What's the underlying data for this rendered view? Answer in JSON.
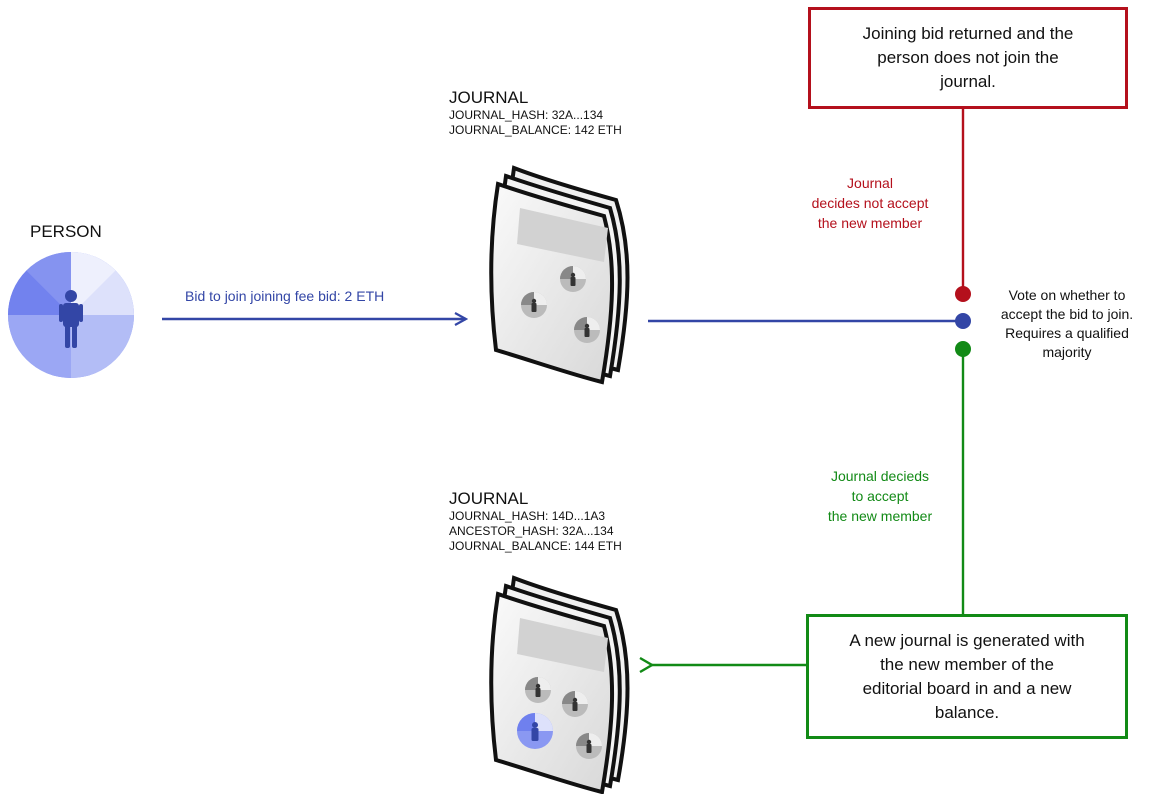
{
  "person": {
    "label": "PERSON"
  },
  "bid_arrow": {
    "label": "Bid to join joining fee bid: 2 ETH"
  },
  "journal_old": {
    "title": "JOURNAL",
    "hash": "JOURNAL_HASH: 32A...134",
    "balance": "JOURNAL_BALANCE: 142 ETH"
  },
  "journal_new": {
    "title": "JOURNAL",
    "hash": "JOURNAL_HASH: 14D...1A3",
    "ancestor": "ANCESTOR_HASH: 32A...134",
    "balance": "JOURNAL_BALANCE: 144 ETH"
  },
  "vote": {
    "lines": [
      "Vote on whether to",
      "accept the bid to join.",
      "Requires a qualified",
      "majority"
    ]
  },
  "reject": {
    "label_lines": [
      "Journal",
      "decides not accept",
      "the new member"
    ],
    "box_lines": [
      "Joining bid returned and the",
      "person does not join the",
      "journal."
    ]
  },
  "accept": {
    "label_lines": [
      "Journal decieds",
      "to accept",
      "the new member"
    ],
    "box_lines": [
      "A new journal is generated with",
      "the new member of the",
      "editorial board in and a new",
      "balance."
    ]
  },
  "colors": {
    "blue": "#3346a6",
    "red": "#b4101c",
    "green": "#128a16",
    "person_fill": "#7d8df0"
  }
}
